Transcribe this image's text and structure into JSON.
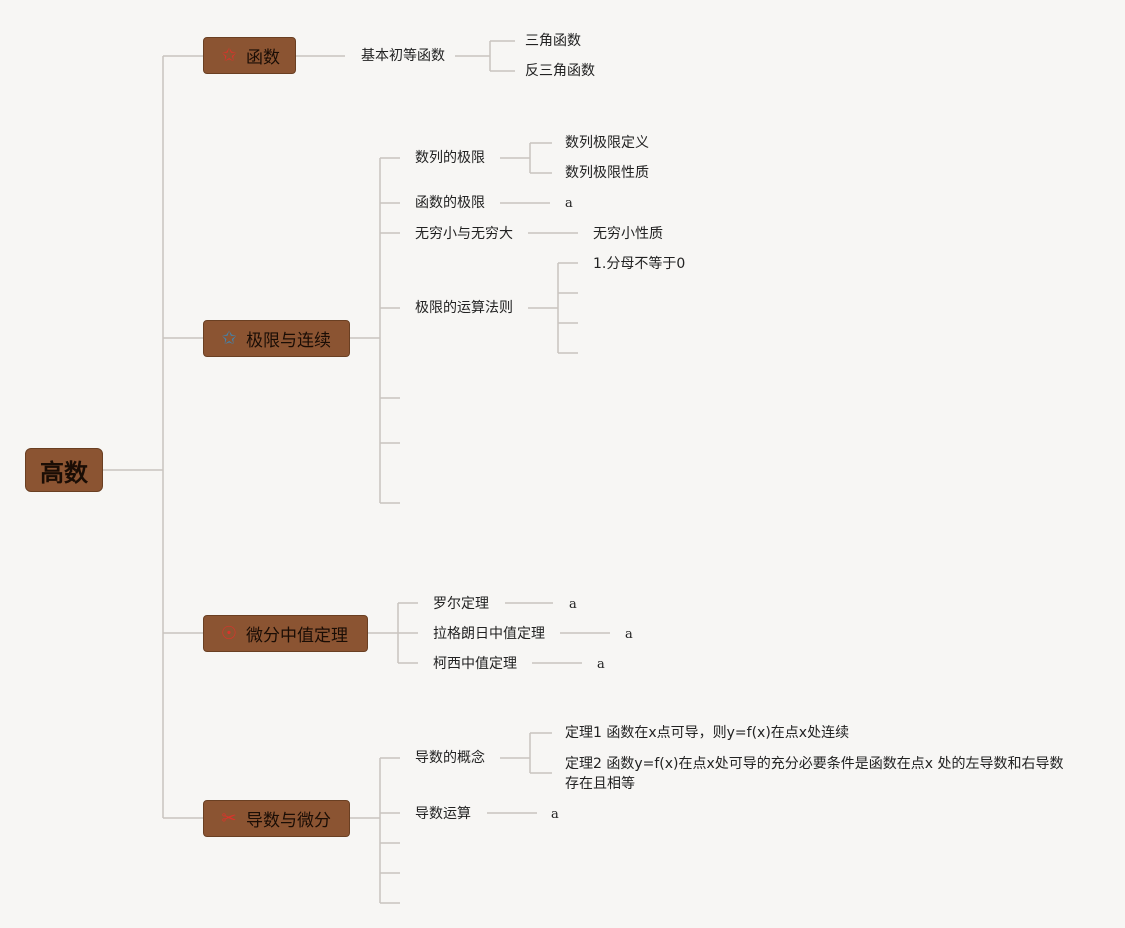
{
  "root": {
    "label": "高数"
  },
  "branches": {
    "hanshu": {
      "label": "函数",
      "icon_color": "#d9342b",
      "child": "基本初等函数",
      "sub": [
        "三角函数",
        "反三角函数"
      ]
    },
    "jixian": {
      "label": "极限与连续",
      "icon_color": "#3e86b5",
      "children": {
        "shulie": {
          "label": "数列的极限",
          "sub": [
            "数列极限定义",
            "数列极限性质"
          ]
        },
        "hanshu_jixian": {
          "label": "函数的极限",
          "leaf": "a"
        },
        "wuqiong": {
          "label": "无穷小与无穷大",
          "leaf": "无穷小性质"
        },
        "yunsuan": {
          "label": "极限的运算法则",
          "leaf": "1.分母不等于0"
        }
      }
    },
    "weifen_zhongzhi": {
      "label": "微分中值定理",
      "icon_color": "#d9342b",
      "children": [
        {
          "label": "罗尔定理",
          "leaf": "a"
        },
        {
          "label": "拉格朗日中值定理",
          "leaf": "a"
        },
        {
          "label": "柯西中值定理",
          "leaf": "a"
        }
      ]
    },
    "daoshu": {
      "label": "导数与微分",
      "icon_color": "#d9342b",
      "children": {
        "gainian": {
          "label": "导数的概念",
          "sub": [
            "定理1 函数在x点可导，则y=f(x)在点x处连续",
            "定理2 函数y=f(x)在点x处可导的充分必要条件是函数在点x 处的左导数和右导数存在且相等"
          ]
        },
        "yunsuan": {
          "label": "导数运算",
          "leaf": "a"
        }
      }
    }
  }
}
